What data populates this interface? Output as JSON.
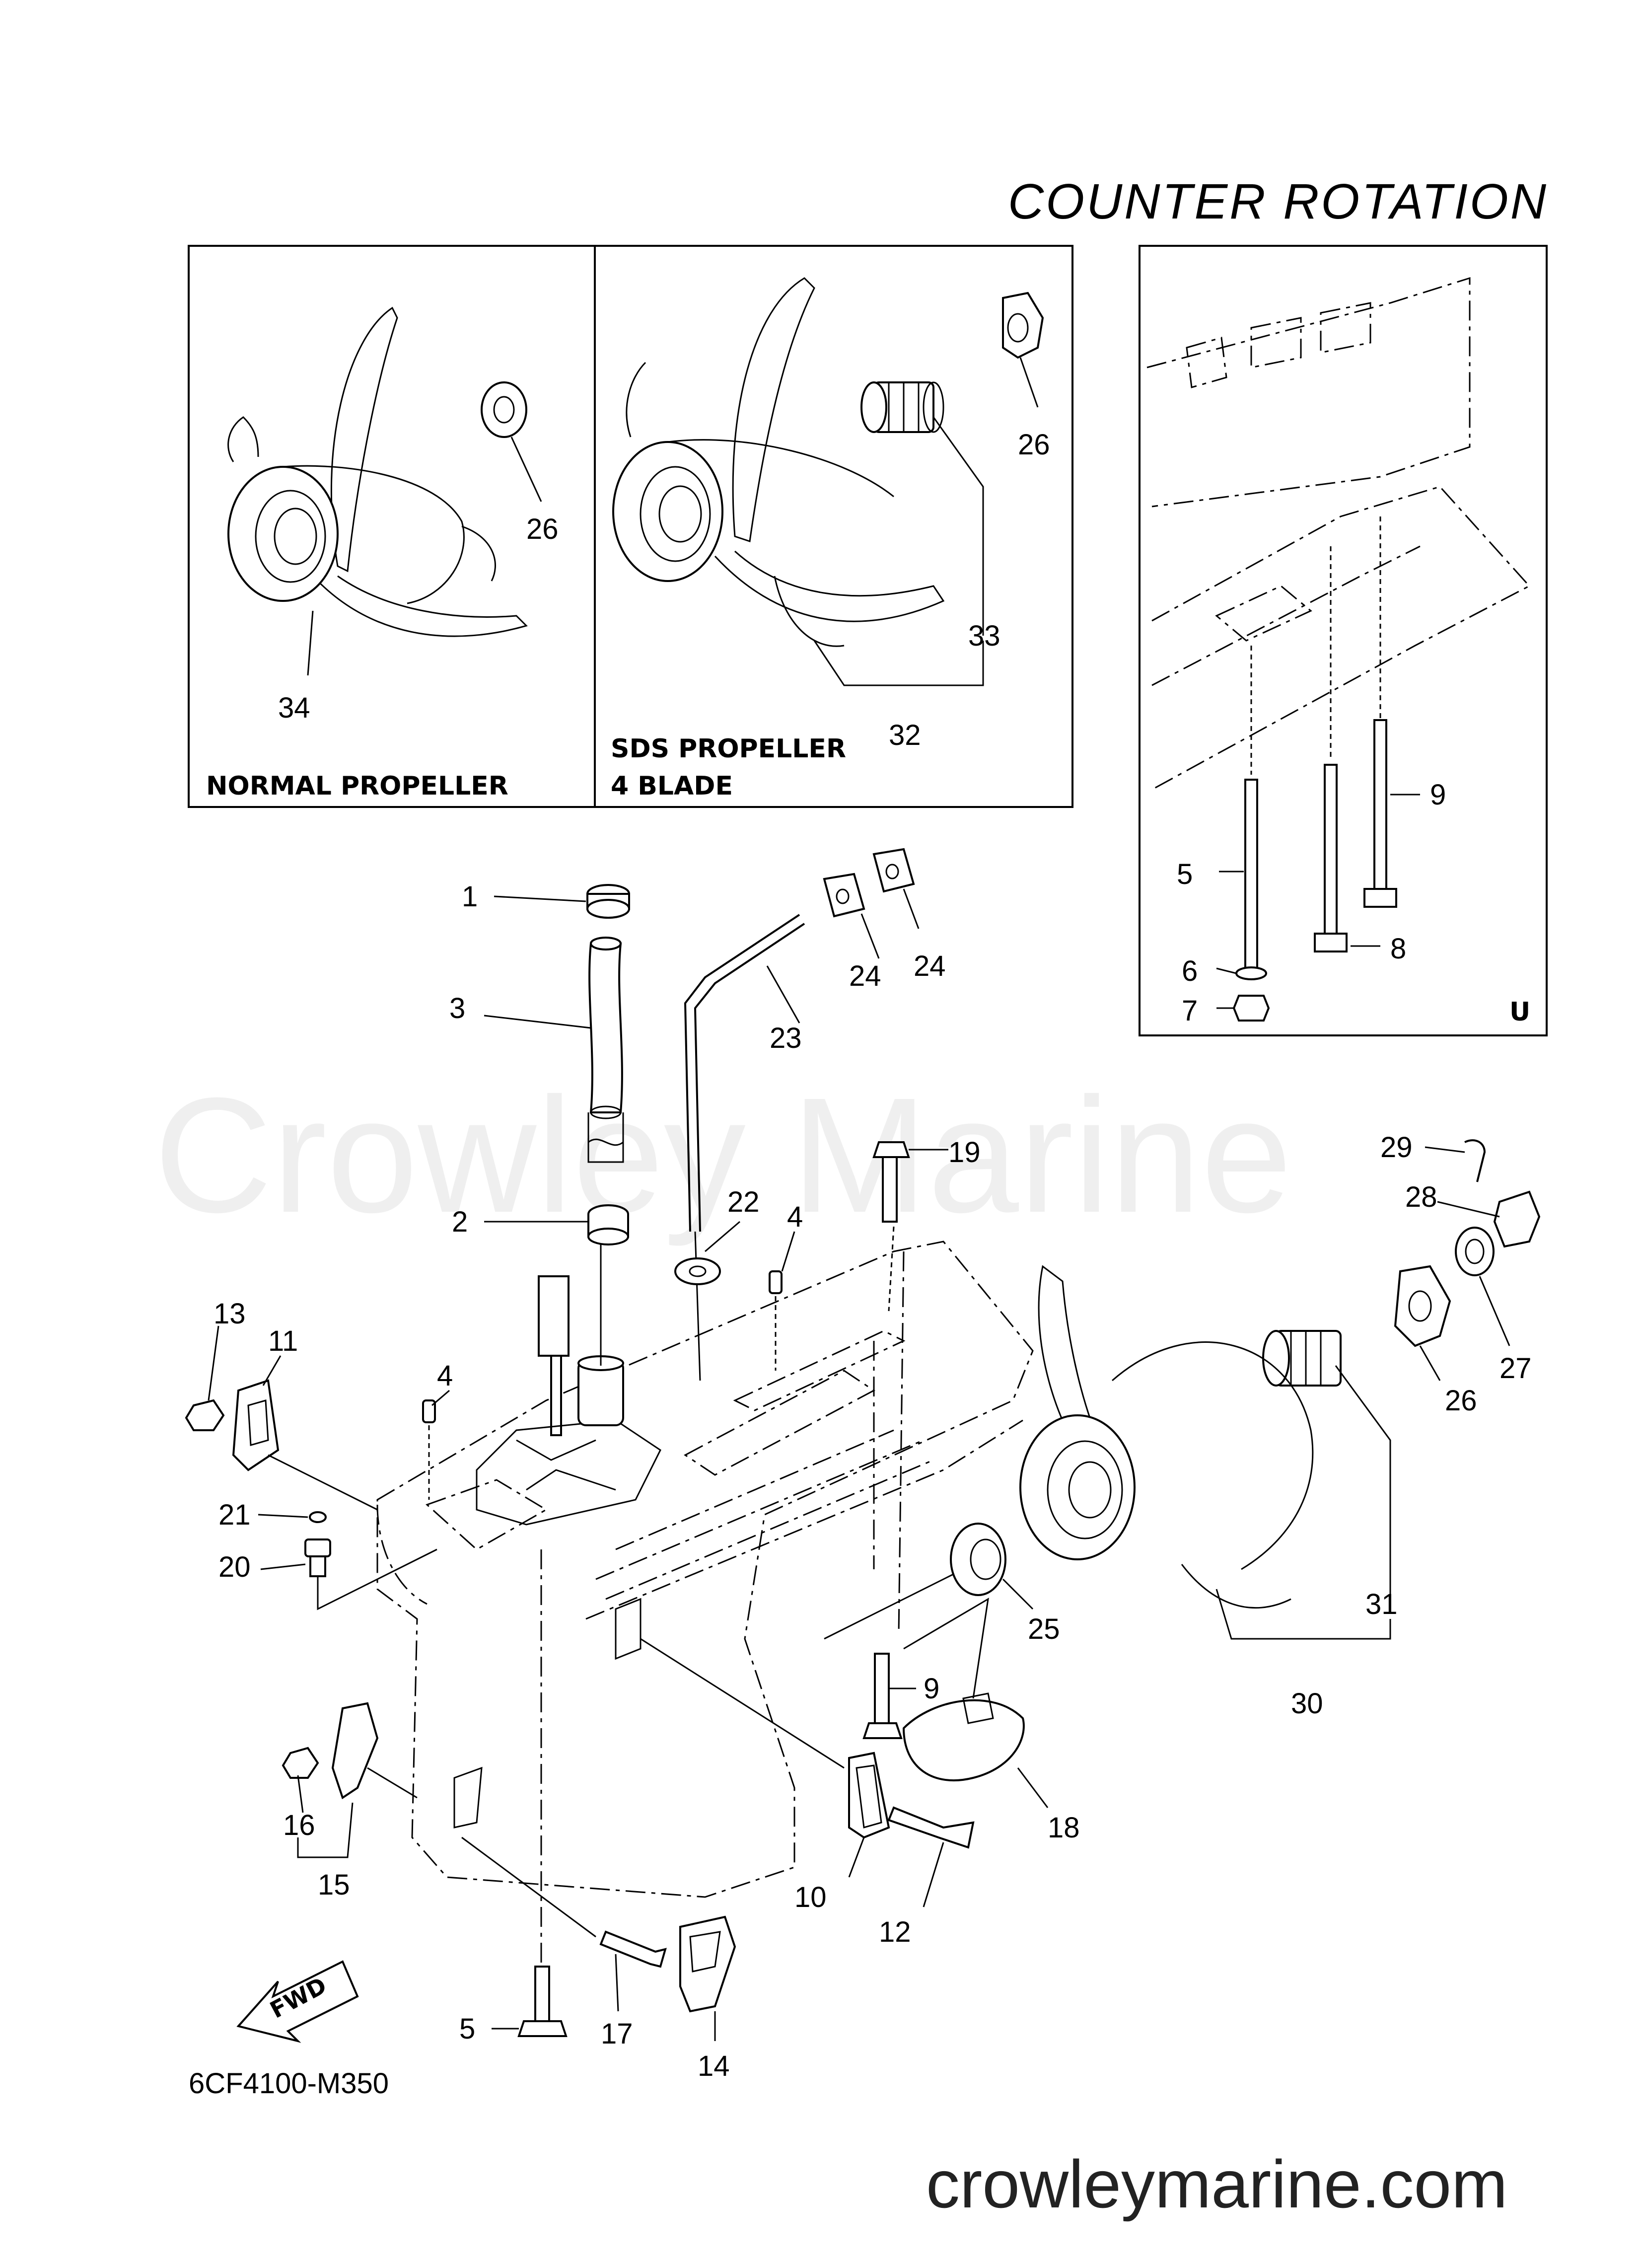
{
  "title": "COUNTER  ROTATION",
  "watermark": "Crowley Marine",
  "website": "crowleymarine.com",
  "diagram_code": "6CF4100-M350",
  "boxes": {
    "normal_propeller": "NORMAL PROPELLER",
    "sds_propeller_line1": "SDS PROPELLER",
    "sds_propeller_line2": "4 BLADE",
    "inset_marker": "U"
  },
  "fwd_label": "FWD",
  "callouts": {
    "c34": "34",
    "c26a": "26",
    "c26b": "26",
    "c33": "33",
    "c32": "32",
    "c9a": "9",
    "c5a": "5",
    "c8": "8",
    "c6": "6",
    "c7": "7",
    "c1": "1",
    "c3": "3",
    "c23": "23",
    "c24a": "24",
    "c24b": "24",
    "c2": "2",
    "c22": "22",
    "c4a": "4",
    "c19": "19",
    "c29": "29",
    "c28": "28",
    "c13": "13",
    "c11": "11",
    "c4b": "4",
    "c21": "21",
    "c20": "20",
    "c26c": "26",
    "c27": "27",
    "c25": "25",
    "c31": "31",
    "c30": "30",
    "c9b": "9",
    "c18": "18",
    "c16": "16",
    "c15": "15",
    "c10": "10",
    "c12": "12",
    "c5b": "5",
    "c17": "17",
    "c14": "14"
  }
}
